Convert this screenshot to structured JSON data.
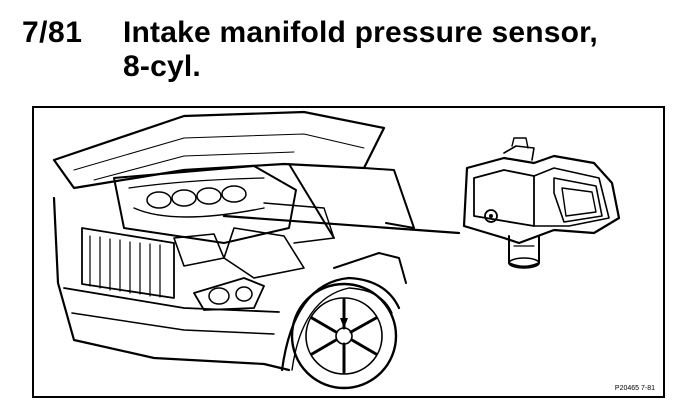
{
  "section": {
    "number": "7/81",
    "title_line1": "Intake manifold pressure sensor,",
    "title_line2": "8-cyl."
  },
  "figure": {
    "code": "P20465  7-81"
  }
}
